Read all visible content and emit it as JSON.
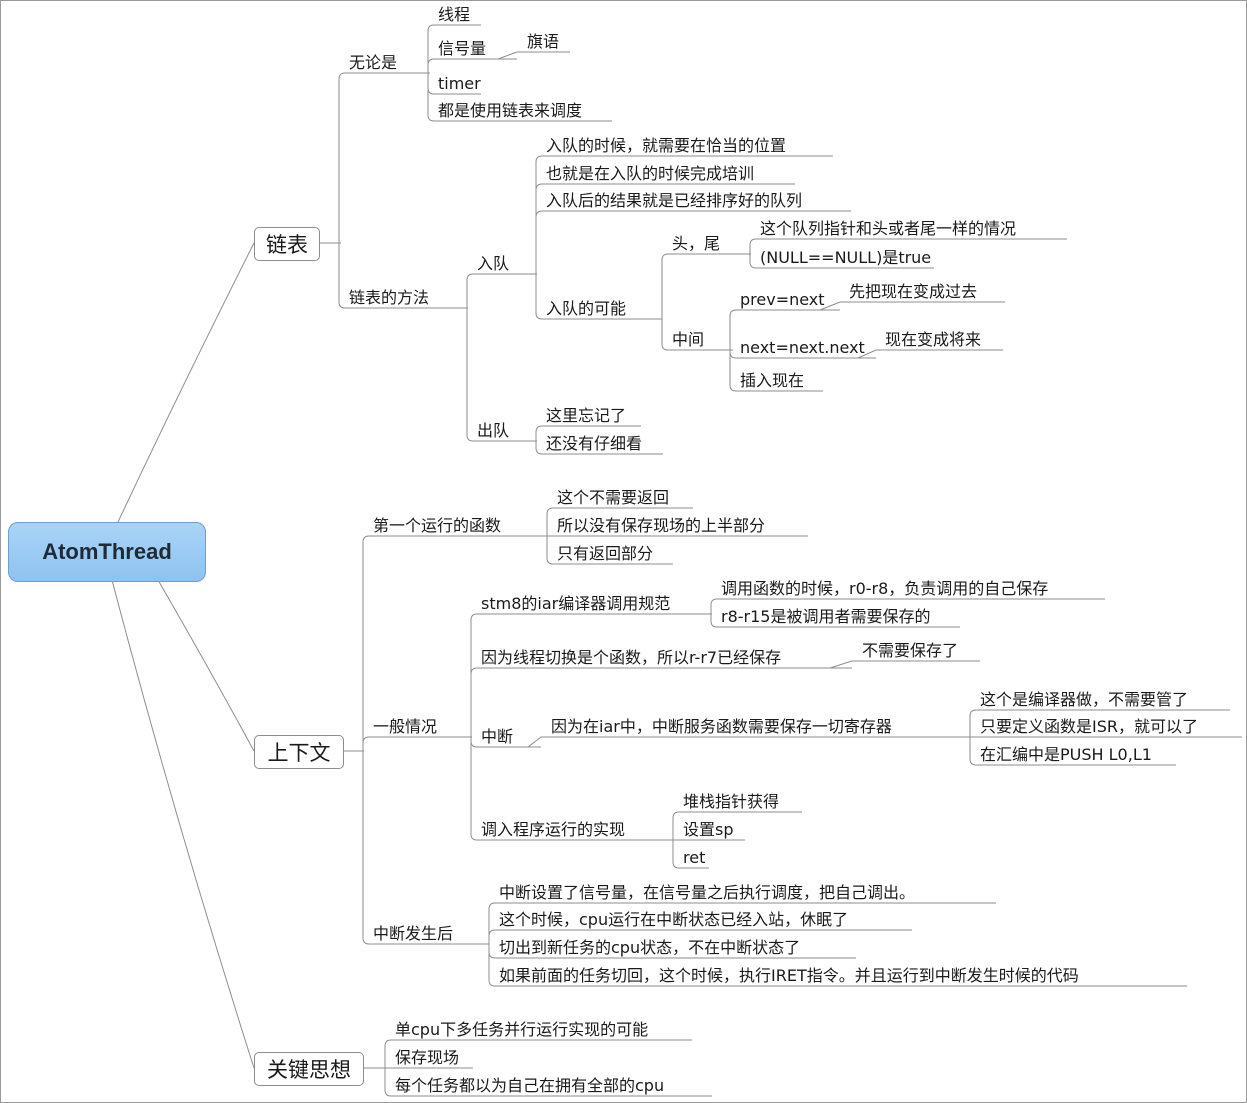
{
  "root": "AtomThread",
  "b1": {
    "label": "链表",
    "n1": {
      "label": "无论是",
      "c1": "线程",
      "c2": "信号量",
      "c2a": "旗语",
      "c3": "timer",
      "c4": "都是使用链表来调度"
    },
    "n2": {
      "label": "链表的方法",
      "enq": {
        "label": "入队",
        "a": "入队的时候，就需要在恰当的位置",
        "b": "也就是在入队的时候完成培训",
        "c": "入队后的结果就是已经排序好的队列",
        "d": {
          "label": "入队的可能",
          "ht": {
            "label": "头，尾",
            "x1": "这个队列指针和头或者尾一样的情况",
            "x2": "(NULL==NULL)是true"
          },
          "mid": {
            "label": "中间",
            "p": "prev=next",
            "p2": "先把现在变成过去",
            "n": "next=next.next",
            "n2": "现在变成将来",
            "i": "插入现在"
          }
        }
      },
      "deq": {
        "label": "出队",
        "a": "这里忘记了",
        "b": "还没有仔细看"
      }
    }
  },
  "b2": {
    "label": "上下文",
    "f": {
      "label": "第一个运行的函数",
      "a": "这个不需要返回",
      "b": "所以没有保存现场的上半部分",
      "c": "只有返回部分"
    },
    "g": {
      "label": "一般情况",
      "s": {
        "label": "stm8的iar编译器调用规范",
        "a": "调用函数的时候，r0-r8，负责调用的自己保存",
        "b": "r8-r15是被调用者需要保存的"
      },
      "t": {
        "label": "因为线程切换是个函数，所以r-r7已经保存",
        "a": "不需要保存了"
      },
      "i": {
        "label": "中断",
        "m": "因为在iar中，中断服务函数需要保存一切寄存器",
        "a": "这个是编译器做，不需要管了",
        "b": "只要定义函数是ISR，就可以了",
        "c": "在汇编中是PUSH L0,L1"
      },
      "r": {
        "label": "调入程序运行的实现",
        "a": "堆栈指针获得",
        "b": "设置sp",
        "c": "ret"
      }
    },
    "h": {
      "label": "中断发生后",
      "a": "中断设置了信号量，在信号量之后执行调度，把自己调出。",
      "b": "这个时候，cpu运行在中断状态已经入站，休眠了",
      "c": "切出到新任务的cpu状态，不在中断状态了",
      "d": "如果前面的任务切回，这个时候，执行IRET指令。并且运行到中断发生时候的代码"
    }
  },
  "b3": {
    "label": "关键思想",
    "a": "单cpu下多任务并行运行实现的可能",
    "b": "保存现场",
    "c": "每个任务都以为自己在拥有全部的cpu"
  }
}
